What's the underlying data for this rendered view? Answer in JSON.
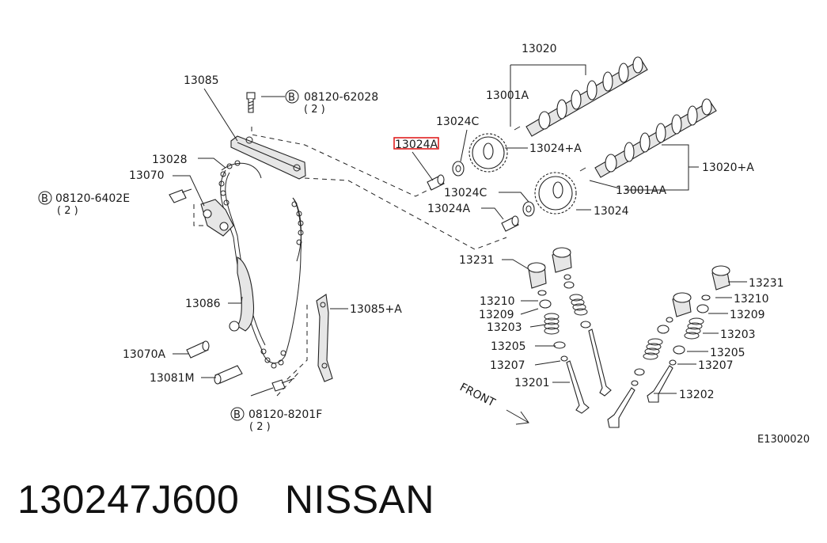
{
  "labels": {
    "p13020": "13020",
    "p13085": "13085",
    "p13001A": "13001A",
    "p13024C_top": "13024C",
    "p13024A_highlight": "13024A",
    "p13024_plus_A": "13024+A",
    "p13028": "13028",
    "p13070": "13070",
    "p13020_plus_A": "13020+A",
    "p13024C": "13024C",
    "p13001AA": "13001AA",
    "p13024A": "13024A",
    "p13024": "13024",
    "p13231_left": "13231",
    "p13086": "13086",
    "p13210_left": "13210",
    "p13209_left": "13209",
    "p13203_left": "13203",
    "p13205_left": "13205",
    "p13207_left": "13207",
    "p13201": "13201",
    "p13085_plus_A": "13085+A",
    "p13070A": "13070A",
    "p13081M": "13081M",
    "p13231_right": "13231",
    "p13210_right": "13210",
    "p13209_right": "13209",
    "p13203_right": "13203",
    "p13205_right": "13205",
    "p13207_right": "13207",
    "p13202": "13202",
    "front": "FRONT",
    "diagram_code": "E1300020"
  },
  "bolts": [
    {
      "code": "08120-62028",
      "qty": "( 2 )",
      "marker": "B"
    },
    {
      "code": "08120-6402E",
      "qty": "( 2 )",
      "marker": "B"
    },
    {
      "code": "08120-8201F",
      "qty": "( 2 )",
      "marker": "B"
    }
  ],
  "highlight_color": "#e02020",
  "caption": {
    "part_number": "130247J600",
    "brand": "NISSAN"
  }
}
